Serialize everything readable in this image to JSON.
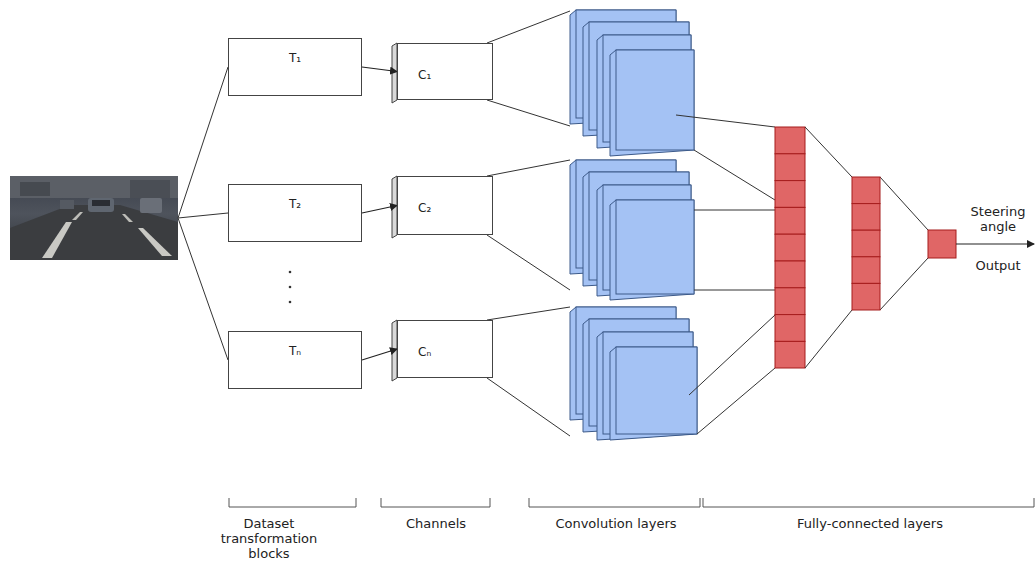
{
  "diagram": {
    "nodes": [
      {
        "text": [
          "T₁"
        ]
      },
      {
        "text": [
          "T₂"
        ]
      },
      {
        "text": [
          "Tₙ"
        ]
      },
      {
        "text": [
          "C₁"
        ]
      },
      {
        "text": [
          "C₂"
        ]
      },
      {
        "text": [
          "Cₙ"
        ]
      }
    ],
    "edges": [
      {
        "from": 0,
        "to": 3,
        "arrow": "to"
      },
      {
        "from": 1,
        "to": 4,
        "arrow": "to"
      },
      {
        "from": 2,
        "to": 5,
        "arrow": "to"
      }
    ],
    "labels": [
      "Steering angle",
      "Output",
      "Dataset transformation blocks",
      "Channels",
      "Convolution layers",
      "Fully-connected layers"
    ]
  }
}
